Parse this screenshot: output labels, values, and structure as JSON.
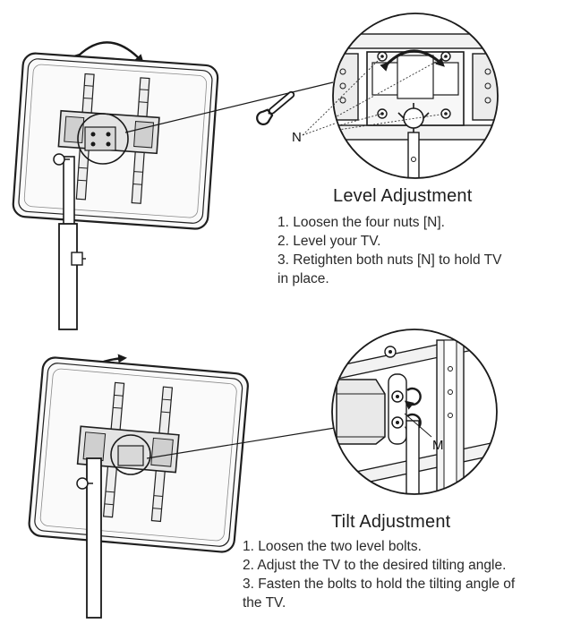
{
  "level": {
    "title": "Level Adjustment",
    "callout_letter": "N",
    "steps": [
      "1. Loosen the four nuts [N].",
      "2. Level your TV.",
      "3. Retighten both nuts [N] to hold TV",
      "in place."
    ]
  },
  "tilt": {
    "title": "Tilt Adjustment",
    "callout_letter": "M",
    "steps": [
      "1. Loosen the two level bolts.",
      "2. Adjust the TV to the desired tilting angle.",
      "3. Fasten the bolts to hold the tilting angle of",
      "the TV."
    ]
  },
  "icons": [
    "wrench-icon",
    "rotate-arrow-icon",
    "tilt-arrow-icon",
    "level-nut-icon",
    "tilt-bolt-icon"
  ]
}
